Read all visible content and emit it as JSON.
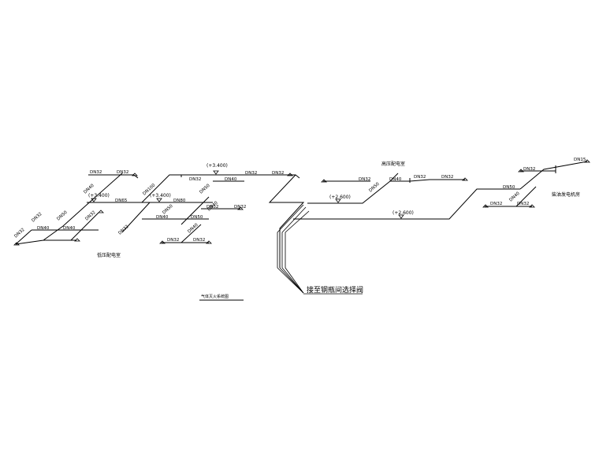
{
  "diagram": {
    "rooms": {
      "low_voltage": "低压配电室",
      "high_voltage": "高压配电室",
      "generator": "柴油发电机房"
    },
    "elevations": {
      "e1": "(+3.400)",
      "e2": "(+3.400)",
      "e3": "(+3.400)",
      "e4": "(+2.600)",
      "e5": "(+2.600)"
    },
    "callout": "接至钢瓶间选择阀",
    "drawing_title": "气体灭火系统图",
    "pipe_labels": {
      "l1": "DN32",
      "l2": "DN32",
      "l3": "DN40",
      "l4": "DN65",
      "l5": "DN50",
      "l6": "DN32",
      "l7": "DN40",
      "l8": "DN40",
      "l9": "DN32",
      "l10": "DN32",
      "l11": "DN100",
      "l12": "DN80",
      "l13": "DN50",
      "l14": "DN40",
      "l15": "DN32",
      "l16": "DN32",
      "l17": "DN32",
      "l18": "DN40",
      "l19": "DN32",
      "l20": "DN50",
      "l21": "DN50",
      "l22": "DN32",
      "l23": "DN32",
      "l24": "DN40",
      "l25": "DN32",
      "l26": "DN40",
      "l27": "DN32",
      "l28": "DN50",
      "l29": "DN40",
      "l30": "DN32",
      "l31": "DN32",
      "l32": "DN32",
      "l33": "DN50",
      "l34": "DN40",
      "l35": "DN32",
      "l36": "DN32",
      "l37": "DN32",
      "l38": "DN15"
    }
  }
}
